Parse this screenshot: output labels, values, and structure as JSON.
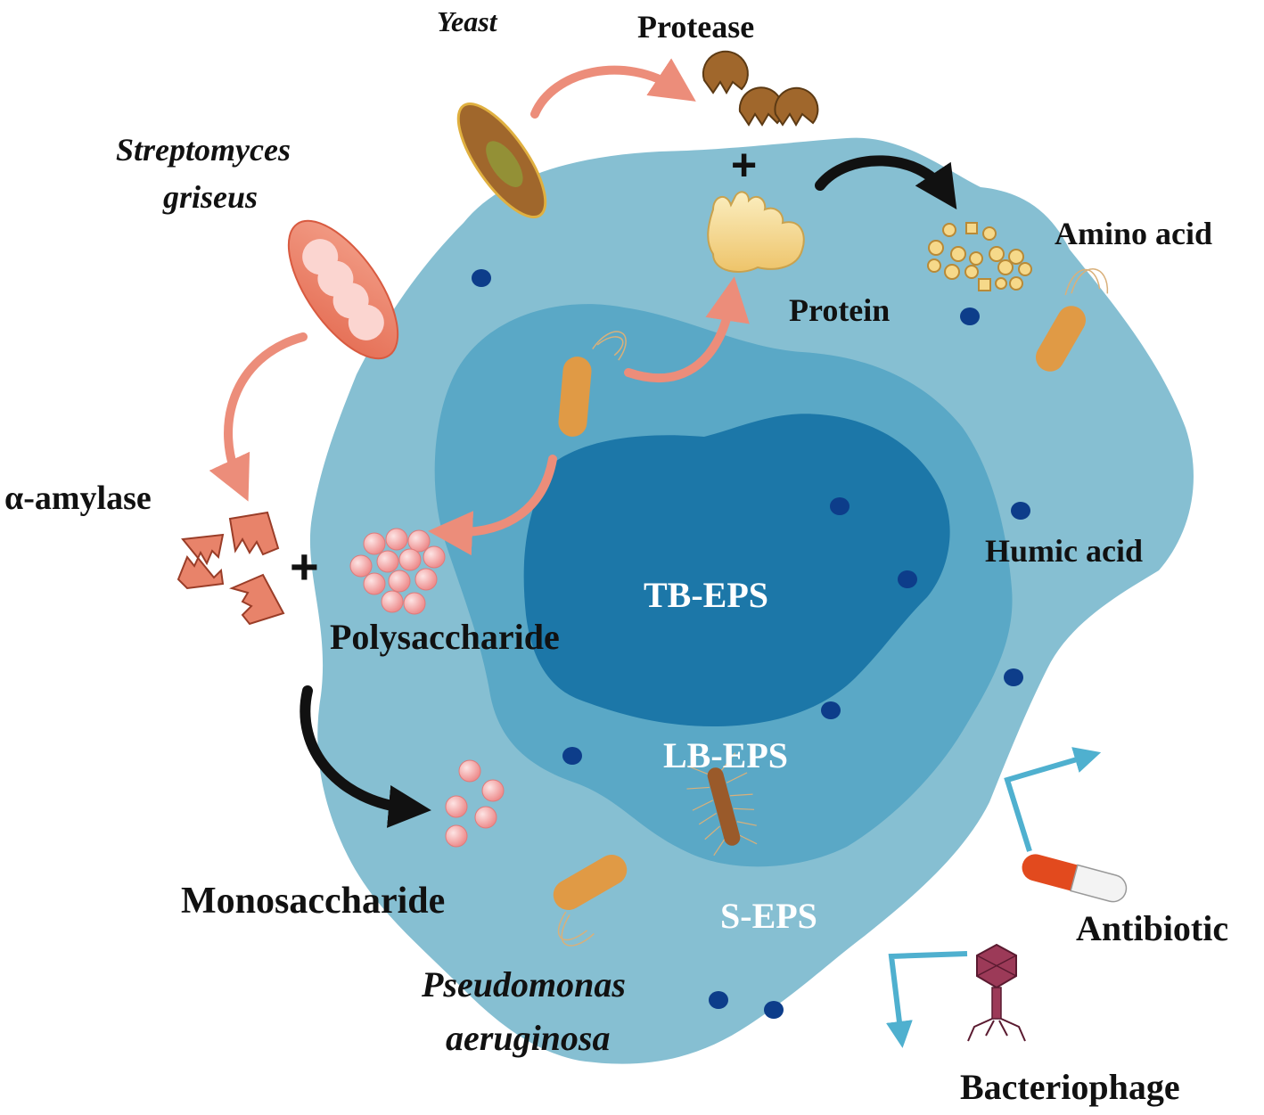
{
  "labels": {
    "yeast": "Yeast",
    "protease": "Protease",
    "streptomyces_1": "Streptomyces",
    "streptomyces_2": "griseus",
    "amino_acid": "Amino acid",
    "protein": "Protein",
    "alpha_amylase": "α-amylase",
    "humic_acid": "Humic acid",
    "tb_eps": "TB-EPS",
    "polysaccharide": "Polysaccharide",
    "lb_eps": "LB-EPS",
    "monosaccharide": "Monosaccharide",
    "s_eps": "S-EPS",
    "antibiotic": "Antibiotic",
    "pseudomonas_1": "Pseudomonas",
    "pseudomonas_2": "aeruginosa",
    "bacteriophage": "Bacteriophage",
    "plus": "+"
  },
  "colors": {
    "s_eps_layer": "#86bfd2",
    "lb_eps_layer": "#5aa8c6",
    "tb_eps_layer": "#1c77a8",
    "dot": "#0d3d8a",
    "salmon_arrow": "#ec8d7a",
    "black_arrow": "#111111",
    "cyan_arrow": "#4fb0cf",
    "bacterium": "#e09a45",
    "enzyme": "#e8836a",
    "sugar": "#f4a8a8",
    "yeast": "#a0672c",
    "protein": "#f6d98a"
  }
}
